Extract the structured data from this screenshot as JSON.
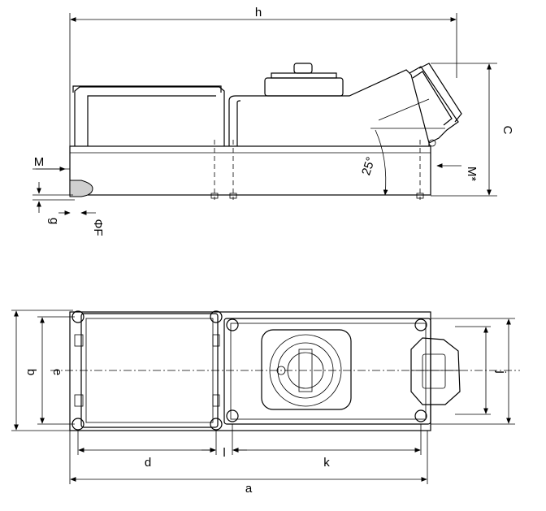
{
  "labels": {
    "h": "h",
    "C": "C",
    "M_left": "M",
    "M_right": "M*",
    "angle": "25°",
    "g": "g",
    "phiF": "ΦF",
    "b": "b",
    "e": "e",
    "j": "j",
    "d": "d",
    "l": "l",
    "k": "k",
    "a": "a"
  },
  "colors": {
    "stroke": "#000000",
    "fill_gray": "#cfcfcf",
    "background": "#ffffff"
  }
}
